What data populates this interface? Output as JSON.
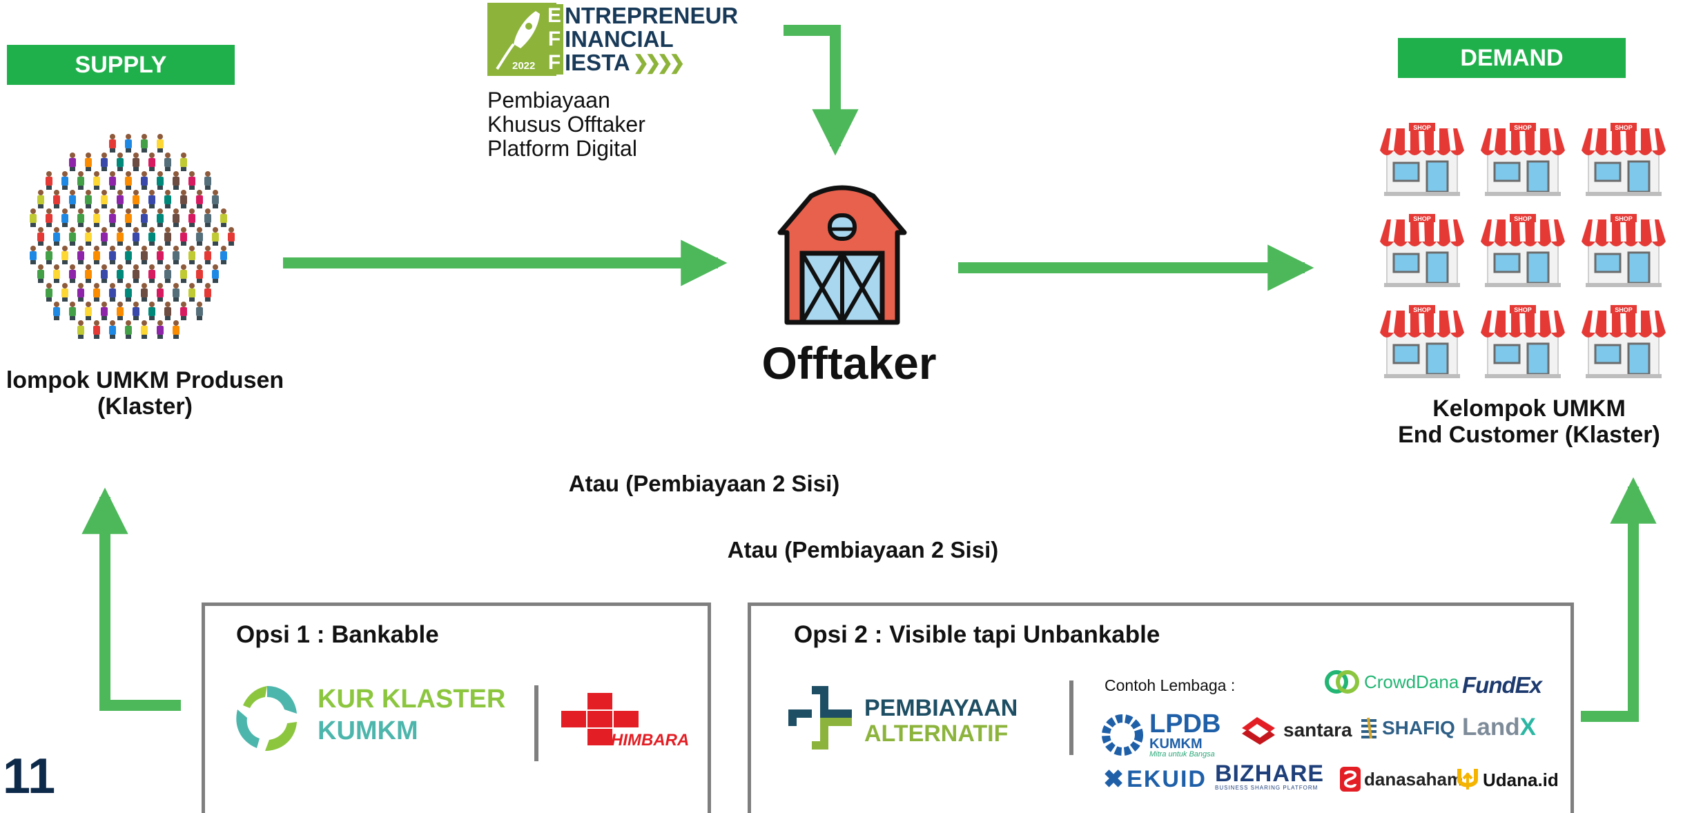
{
  "supply": {
    "label": "SUPPLY",
    "title_line1": "lompok UMKM Produsen",
    "title_line2": "(Klaster)"
  },
  "demand": {
    "label": "DEMAND",
    "title_line1": "Kelompok UMKM",
    "title_line2": "End Customer (Klaster)"
  },
  "eff": {
    "title_line1": "NTREPRENEUR",
    "title_line2": "INANCIAL",
    "title_line3": "IESTA",
    "year": "2022",
    "letters": [
      "E",
      "F",
      "F"
    ],
    "desc_line1": "Pembiayaan",
    "desc_line2": "Khusus Offtaker",
    "desc_line3": "Platform Digital"
  },
  "offtaker": {
    "label": "Offtaker"
  },
  "shop_sign": "SHOP",
  "atau_1": "Atau (Pembiayaan 2 Sisi)",
  "atau_2": "Atau (Pembiayaan 2 Sisi)",
  "option1": {
    "title": "Opsi 1 : Bankable",
    "kur_line1": "KUR KLASTER",
    "kur_line2": "KUMKM",
    "himbara": "HIMBARA"
  },
  "option2": {
    "title": "Opsi 2 : Visible tapi Unbankable",
    "pembiayaan_line1": "PEMBIAYAAN",
    "pembiayaan_line2": "ALTERNATIF",
    "contoh": "Contoh Lembaga :",
    "crowddana": "CrowdDana",
    "fundex": "FundEx",
    "lpdb": "LPDB",
    "lpdb_sub": "KUMKM",
    "lpdb_tagline": "Mitra untuk Bangsa",
    "santara": "santara",
    "shafiq": "SHAFIQ",
    "landx_1": "Land",
    "landx_2": "X",
    "ekuid": "EKUID",
    "bizhare": "BIZHARE",
    "bizhare_sub": "BUSINESS SHARING PLATFORM",
    "danasaham": "danasaham",
    "udana": "Udana.id"
  },
  "page_number": "11",
  "colors": {
    "arrow_green": "#4db85a",
    "label_green": "#1fb04b",
    "eff_green": "#8db33a",
    "eff_navy": "#183a58",
    "barn_red": "#e8614d",
    "barn_blue": "#a9d7ef",
    "panel_border": "#7f7f7f",
    "kur_green": "#8cc63f",
    "kur_teal": "#4db6ac",
    "himbara_red": "#e31e24",
    "pembiayaan_navy": "#1d4e63",
    "pembiayaan_green": "#8cb43c"
  }
}
